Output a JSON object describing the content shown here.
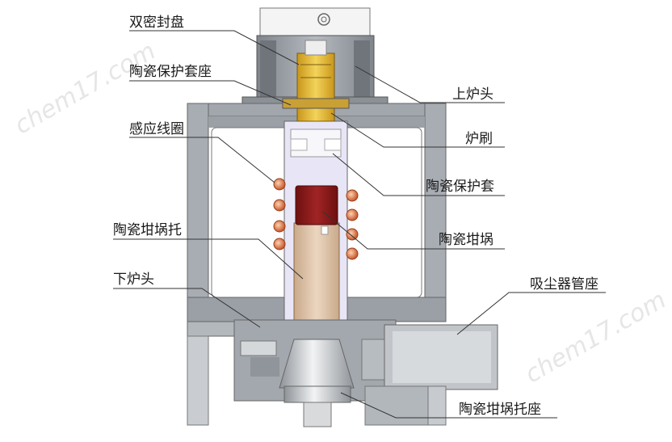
{
  "labels": {
    "dual_seal_disc": "双密封盘",
    "ceramic_sleeve_seat": "陶瓷保护套座",
    "upper_furnace_head": "上炉头",
    "induction_coil": "感应线圈",
    "furnace_brush": "炉刷",
    "ceramic_sleeve": "陶瓷保护套",
    "crucible_holder": "陶瓷坩埚托",
    "ceramic_crucible": "陶瓷坩埚",
    "lower_furnace_head": "下炉头",
    "dust_collector_seat": "吸尘器管座",
    "crucible_holder_seat": "陶瓷坩埚托座"
  },
  "watermark": {
    "left": "chem17.com",
    "right": "chem17.com"
  },
  "colors": {
    "body_gray": "#9aa0a6",
    "body_light": "#c4c8cd",
    "seal_gold": "#e8b820",
    "coil_copper": "#e07a4a",
    "crucible_red": "#8b1c1c",
    "holder_tan": "#e2c7ad",
    "sleeve_lavender": "#e8e6f6"
  }
}
